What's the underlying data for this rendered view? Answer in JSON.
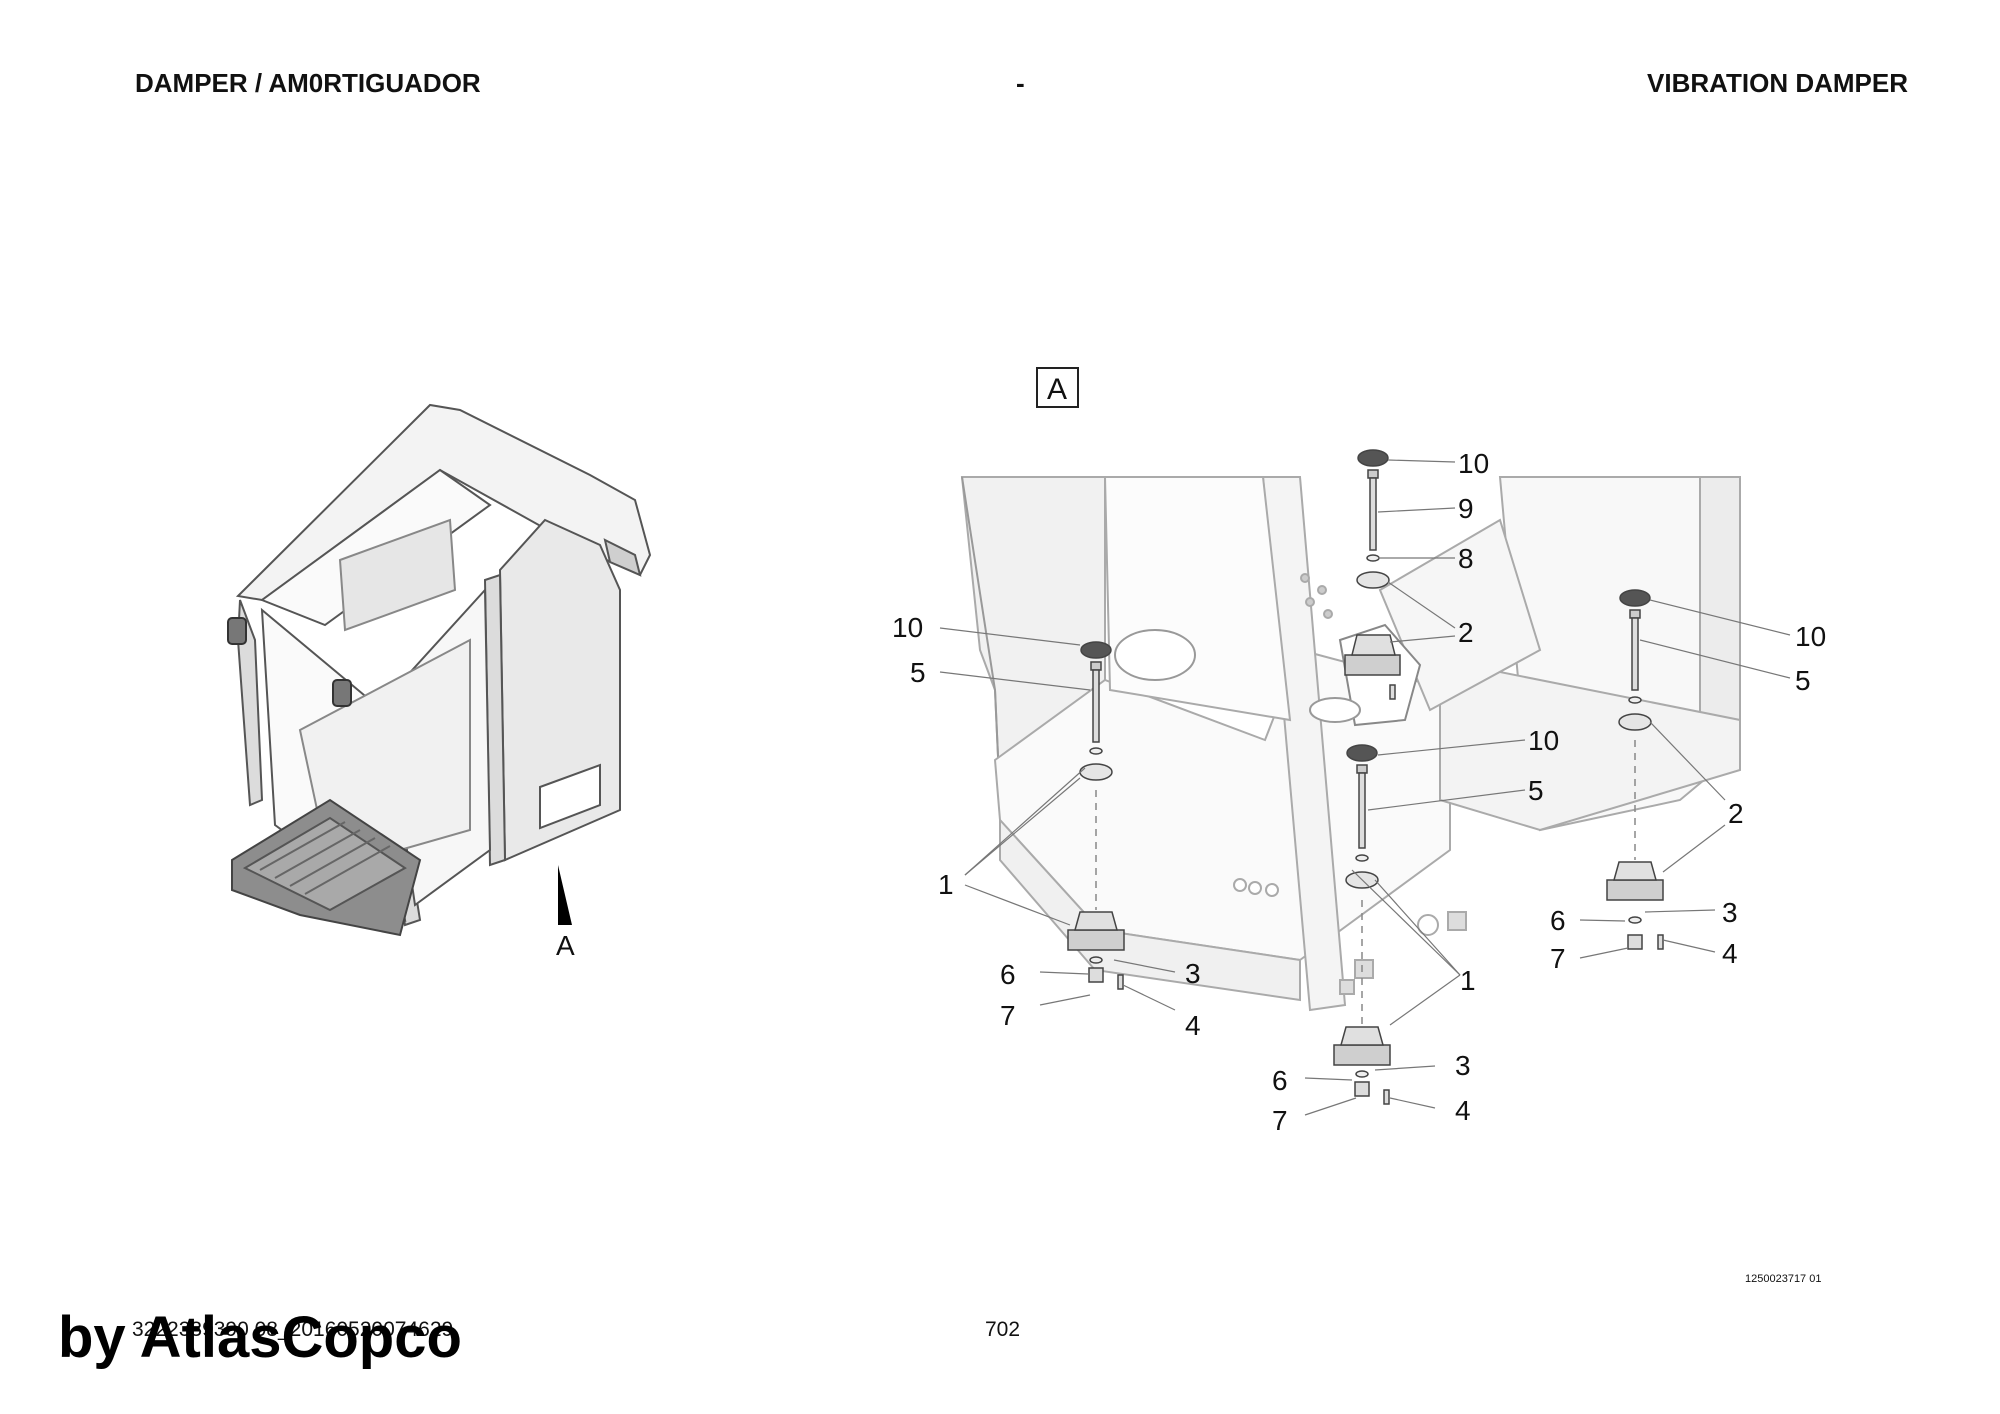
{
  "header": {
    "left": "DAMPER / AM0RTIGUADOR",
    "center": "-",
    "right": "VIBRATION DAMPER"
  },
  "view_label": "A",
  "detail_box_label": "A",
  "callouts": [
    {
      "id": "c10a",
      "text": "10"
    },
    {
      "id": "c9",
      "text": "9"
    },
    {
      "id": "c8",
      "text": "8"
    },
    {
      "id": "c2a",
      "text": "2"
    },
    {
      "id": "c10b",
      "text": "10"
    },
    {
      "id": "c5a",
      "text": "5"
    },
    {
      "id": "c10c",
      "text": "10"
    },
    {
      "id": "c5b",
      "text": "5"
    },
    {
      "id": "c10d",
      "text": "10"
    },
    {
      "id": "c5c",
      "text": "5"
    },
    {
      "id": "c2b",
      "text": "2"
    },
    {
      "id": "c1a",
      "text": "1"
    },
    {
      "id": "c6a",
      "text": "6"
    },
    {
      "id": "c3a",
      "text": "3"
    },
    {
      "id": "c7a",
      "text": "7"
    },
    {
      "id": "c4a",
      "text": "4"
    },
    {
      "id": "c1b",
      "text": "1"
    },
    {
      "id": "c6b",
      "text": "6"
    },
    {
      "id": "c3b",
      "text": "3"
    },
    {
      "id": "c7b",
      "text": "7"
    },
    {
      "id": "c4b",
      "text": "4"
    },
    {
      "id": "c6c",
      "text": "6"
    },
    {
      "id": "c3c",
      "text": "3"
    },
    {
      "id": "c7c",
      "text": "7"
    },
    {
      "id": "c4c",
      "text": "4"
    }
  ],
  "footer": {
    "doc_number": "3222339390 08_20160520074629",
    "page": "702",
    "drawing_code": "1250023717 01"
  },
  "watermark": "by AtlasCopco"
}
